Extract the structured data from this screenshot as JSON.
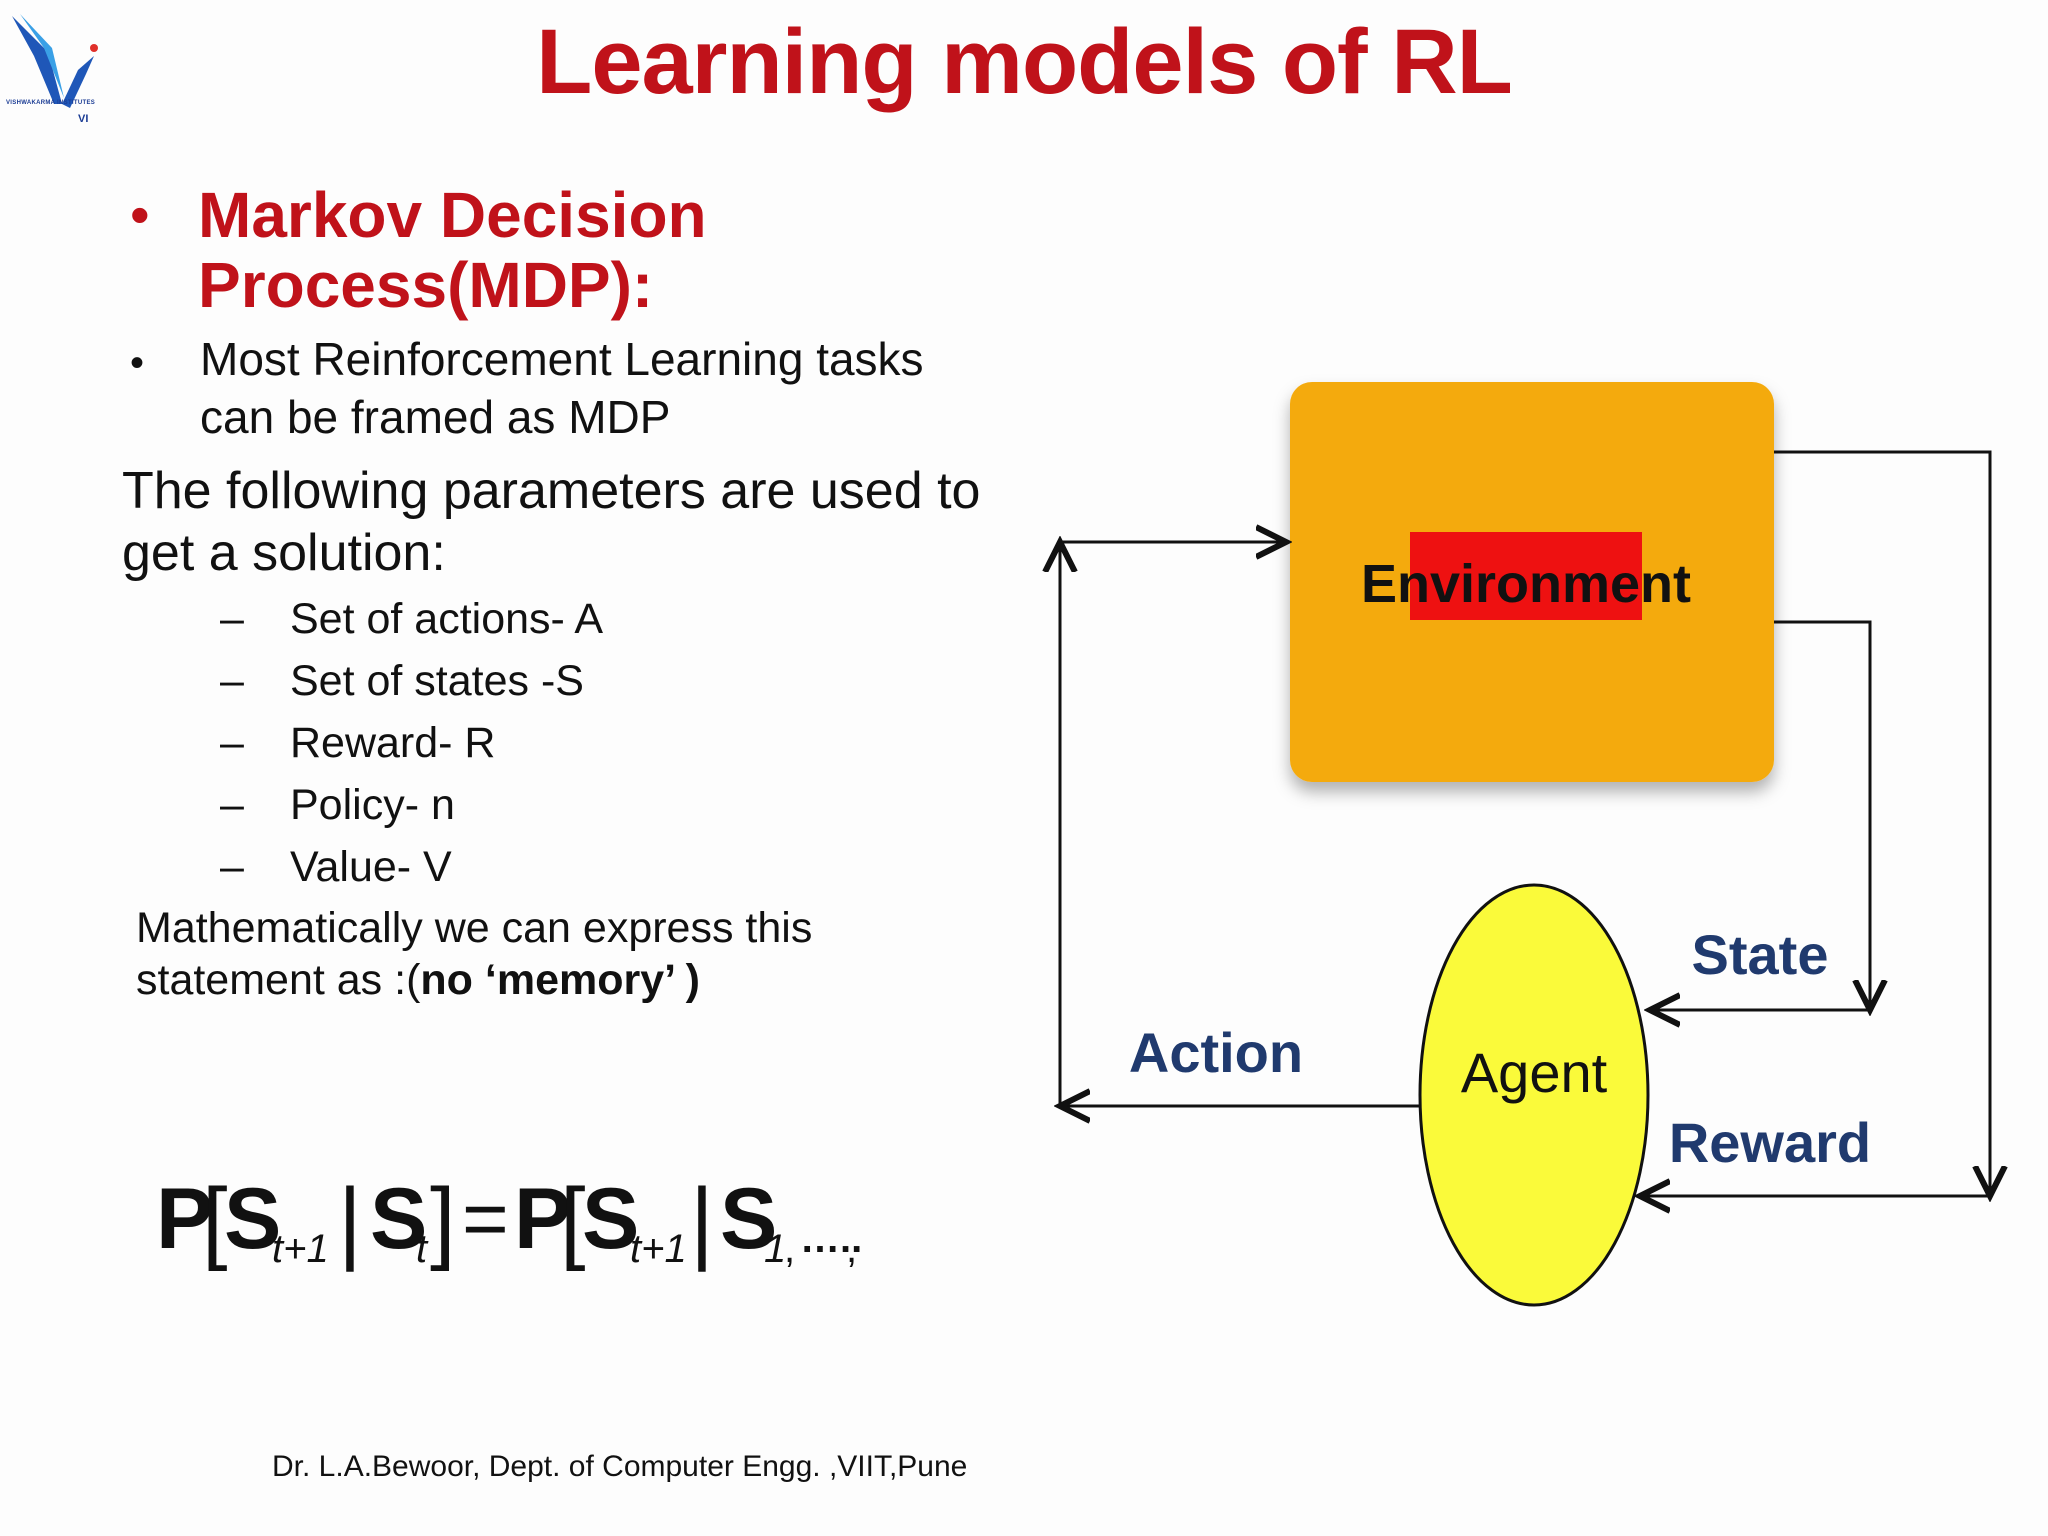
{
  "slide": {
    "title": "Learning models of RL",
    "heading": "Markov Decision Process(MDP):",
    "point": "Most Reinforcement Learning tasks can be framed as MDP",
    "params_intro": "The following parameters are used to get a solution:",
    "parameters": [
      "Set of actions- A",
      "Set of states -S",
      "Reward- R",
      "Policy- n",
      "Value- V"
    ],
    "math_prefix": "Mathematically we can express this statement as :(",
    "math_bold": "no ‘memory’ )",
    "footer": "Dr. L.A.Bewoor, Dept. of Computer Engg. ,VIIT,Pune"
  },
  "logo": {
    "text": "VISHWAKARMA INSTITUTES",
    "mark": "VI"
  },
  "diagram": {
    "environment_label": "Environment",
    "agent_label": "Agent",
    "action_label": "Action",
    "state_label": "State",
    "reward_label": "Reward",
    "colors": {
      "environment_box": "#f4aa0f",
      "environment_label_bg": "#ee1111",
      "agent": "#fafa3a",
      "arrow_label": "#203a6e"
    }
  },
  "formula": {
    "P": "P",
    "S": "S",
    "sub_t1": "t+1",
    "sub_t": "t",
    "sub_1": "1",
    "bar": "|",
    "equals": "=",
    "comma": ",",
    "dots": "…..",
    "lbr": "[",
    "rbr": "]"
  },
  "icons": {
    "bullet": "bullet-icon",
    "dash": "dash-icon"
  }
}
